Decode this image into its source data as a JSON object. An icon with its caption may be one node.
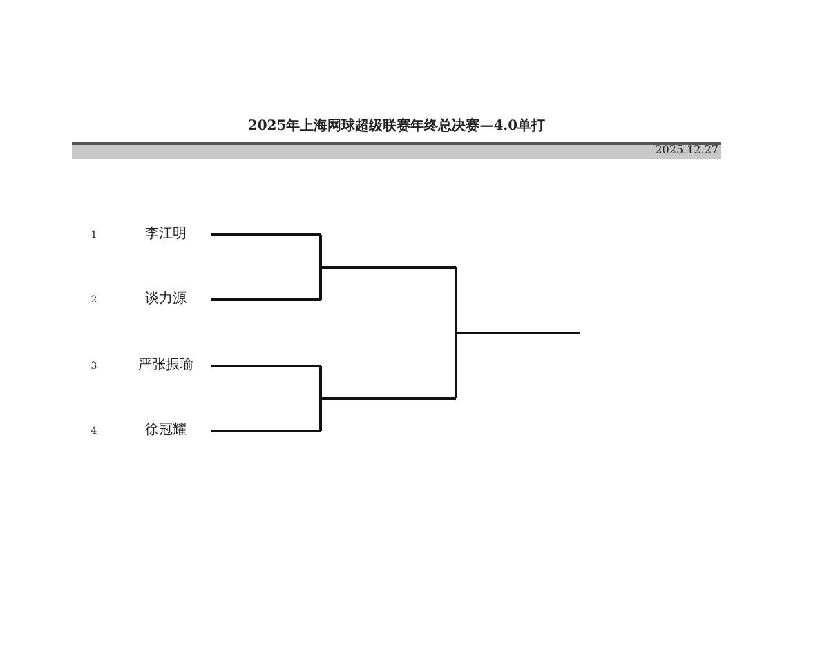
{
  "diagram": {
    "title": "2025年上海网球超级联赛年终总决赛—4.0单打",
    "nodes": [
      {
        "text": [
          "李江明"
        ]
      },
      {
        "text": [
          "谈力源"
        ]
      },
      {
        "text": [
          "严张振瑜"
        ]
      },
      {
        "text": [
          "徐冠耀"
        ]
      }
    ],
    "labels": [
      "2025.12.27",
      "1",
      "2",
      "3",
      "4"
    ]
  }
}
